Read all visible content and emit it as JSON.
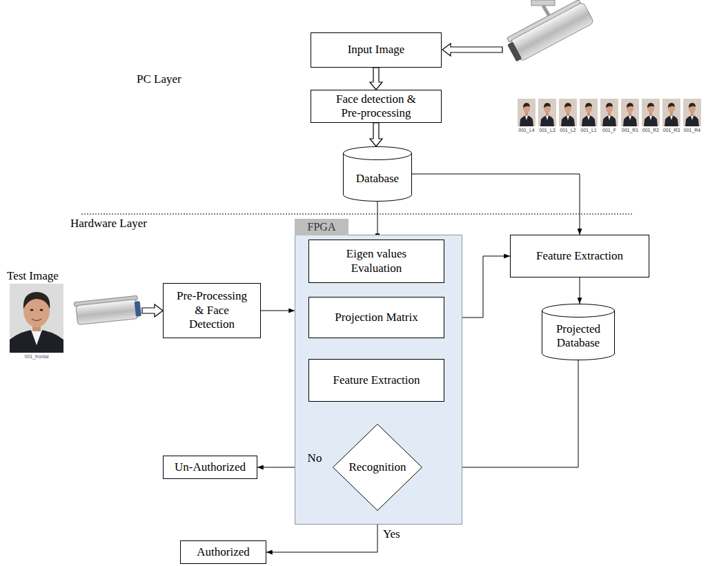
{
  "diagram": {
    "nodes": [
      {
        "text": [
          "Input Image"
        ]
      },
      {
        "text": [
          "Face detection & Pre-processing"
        ]
      },
      {
        "text": [
          "Database"
        ]
      },
      {
        "text": [
          "FPGA"
        ]
      },
      {
        "text": [
          "Eigen values Evaluation"
        ],
        "in": 3
      },
      {
        "text": [
          "Projection Matrix"
        ],
        "in": 3
      },
      {
        "text": [
          "Feature Extraction"
        ],
        "in": 3
      },
      {
        "text": [
          "Recognition"
        ],
        "in": 3
      },
      {
        "text": [
          "Pre-Processing & Face Detection"
        ]
      },
      {
        "text": [
          "Feature Extraction"
        ]
      },
      {
        "text": [
          "Projected Database"
        ]
      },
      {
        "text": [
          "Un-Authorized"
        ]
      },
      {
        "text": [
          "Authorized"
        ]
      }
    ],
    "edges": [
      {
        "from": 0,
        "to": 1,
        "arrow": "to"
      },
      {
        "from": 1,
        "to": 2,
        "arrow": "to"
      },
      {
        "from": 2,
        "to": 4,
        "arrow": "to"
      },
      {
        "from": 2,
        "to": 9,
        "arrow": "to"
      },
      {
        "from": 8,
        "to": 3,
        "arrow": "to"
      },
      {
        "from": 4,
        "to": 5,
        "arrow": "to"
      },
      {
        "from": 5,
        "to": 6,
        "arrow": "to"
      },
      {
        "from": 6,
        "to": 7,
        "arrow": "to"
      },
      {
        "from": 5,
        "to": 9,
        "arrow": "to"
      },
      {
        "from": 9,
        "to": 10,
        "arrow": "to"
      },
      {
        "from": 10,
        "to": 7,
        "arrow": "to"
      },
      {
        "from": 7,
        "to": 11,
        "label": "No",
        "arrow": "to"
      },
      {
        "from": 7,
        "to": 12,
        "label": "Yes",
        "arrow": "to"
      }
    ],
    "labels": [
      "PC Layer",
      "Hardware Layer",
      "Test Image",
      "001_frontal",
      "001_L4",
      "001_L3",
      "001_L2",
      "001_L1",
      "001_F",
      "001_R1",
      "001_R2",
      "001_R3",
      "001_R4"
    ]
  }
}
